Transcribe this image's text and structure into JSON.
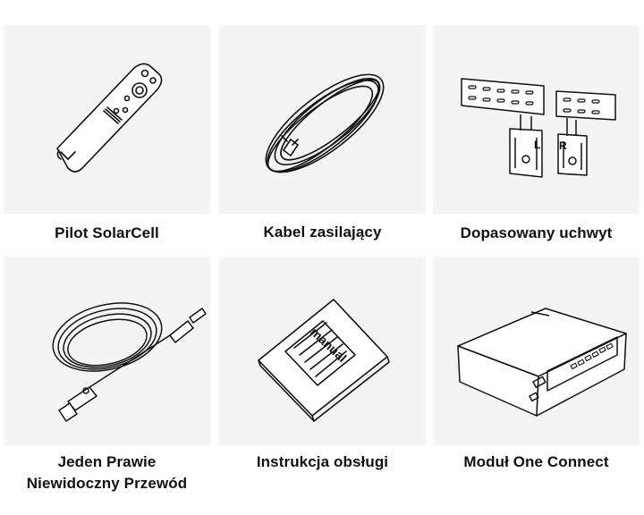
{
  "items": [
    {
      "label": "Pilot SolarCell",
      "icon": "remote-control-icon"
    },
    {
      "label": "Kabel zasilający",
      "icon": "power-cable-icon"
    },
    {
      "label": "Dopasowany uchwyt",
      "icon": "wall-mount-bracket-icon"
    },
    {
      "label_line1": "Jeden Prawie",
      "label_line2": "Niewidoczny Przewód",
      "icon": "one-invisible-cable-icon"
    },
    {
      "label": "Instrukcja obsługi",
      "icon": "manual-booklet-icon"
    },
    {
      "label": "Moduł One Connect",
      "icon": "one-connect-box-icon"
    }
  ],
  "manual_word": "manual",
  "bracket_letters": {
    "left": "L",
    "right": "R"
  },
  "colors": {
    "tile_background": "#f4f4f4",
    "line": "#111111"
  }
}
